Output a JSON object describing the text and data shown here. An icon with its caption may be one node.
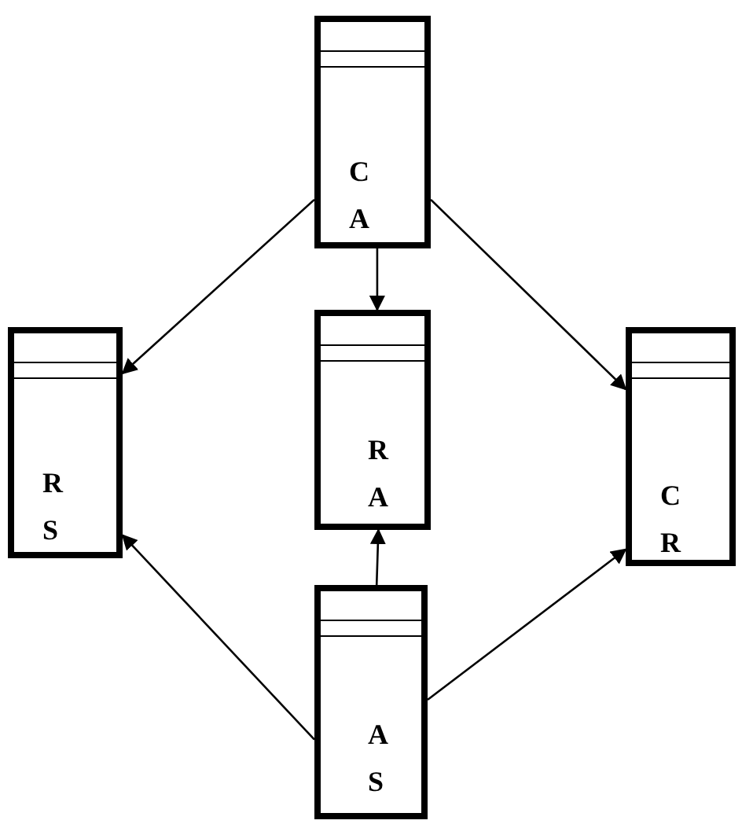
{
  "diagram": {
    "nodes": [
      {
        "text": [
          "C A"
        ]
      },
      {
        "text": [
          "R S"
        ]
      },
      {
        "text": [
          "R A"
        ]
      },
      {
        "text": [
          "C R"
        ]
      },
      {
        "text": [
          "A S"
        ]
      }
    ],
    "edges": [
      {
        "from": 0,
        "to": 1,
        "arrow": "to"
      },
      {
        "from": 0,
        "to": 2,
        "arrow": "to"
      },
      {
        "from": 0,
        "to": 3,
        "arrow": "to"
      },
      {
        "from": 4,
        "to": 1,
        "arrow": "to"
      },
      {
        "from": 4,
        "to": 2,
        "arrow": "to"
      },
      {
        "from": 4,
        "to": 3,
        "arrow": "to"
      }
    ]
  }
}
